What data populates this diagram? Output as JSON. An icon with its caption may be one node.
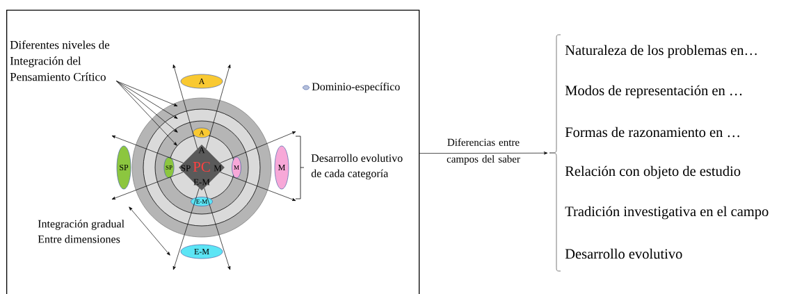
{
  "diagram": {
    "nodes": [
      {
        "text": [],
        "shape": "box"
      },
      {
        "text": [
          "Diferentes niveles de Integración del Pensamiento Crítico"
        ],
        "in": 0
      },
      {
        "text": [
          "A",
          "SP",
          "PC",
          "M",
          "E-M"
        ],
        "in": 0
      },
      {
        "text": [
          "A"
        ],
        "in": 0
      },
      {
        "text": [
          "A"
        ],
        "in": 0
      },
      {
        "text": [
          "SP"
        ],
        "in": 0
      },
      {
        "text": [
          "SP"
        ],
        "in": 0
      },
      {
        "text": [
          "M"
        ],
        "in": 0
      },
      {
        "text": [
          "M"
        ],
        "in": 0
      },
      {
        "text": [
          "E-M"
        ],
        "in": 0
      },
      {
        "text": [
          "E-M"
        ],
        "in": 0
      },
      {
        "text": [
          "Naturaleza de los problemas en…",
          "Modos de representación en …",
          "Formas de razonamiento en …",
          "Relación con objeto de estudio",
          "Tradición investigativa en el campo",
          "Desarrollo evolutivo"
        ]
      }
    ],
    "edges": [
      {
        "from": 0,
        "to": 11,
        "arrow": "to",
        "label": "Diferencias entre campos del saber"
      },
      {
        "from": 1,
        "to": null,
        "arrow": "to"
      },
      {
        "from": 1,
        "to": null,
        "arrow": "to"
      },
      {
        "from": 1,
        "to": null,
        "arrow": "to"
      },
      {
        "from": 1,
        "to": null,
        "arrow": "to"
      },
      {
        "from": 2,
        "to": null,
        "arrow": "to"
      },
      {
        "from": 2,
        "to": null,
        "arrow": "to"
      },
      {
        "from": 2,
        "to": null,
        "arrow": "to"
      },
      {
        "from": 2,
        "to": null,
        "arrow": "to"
      },
      {
        "from": 2,
        "to": null,
        "arrow": "to"
      },
      {
        "from": 2,
        "to": null,
        "arrow": "to"
      },
      {
        "from": 2,
        "to": null,
        "arrow": "to"
      },
      {
        "from": 2,
        "to": null,
        "arrow": "to"
      }
    ],
    "labels": [
      "Desarrollo evolutivo de cada categoría",
      "Integración gradual Entre dimensiones"
    ],
    "legend": [
      {
        "text": "Dominio-específico"
      }
    ]
  }
}
